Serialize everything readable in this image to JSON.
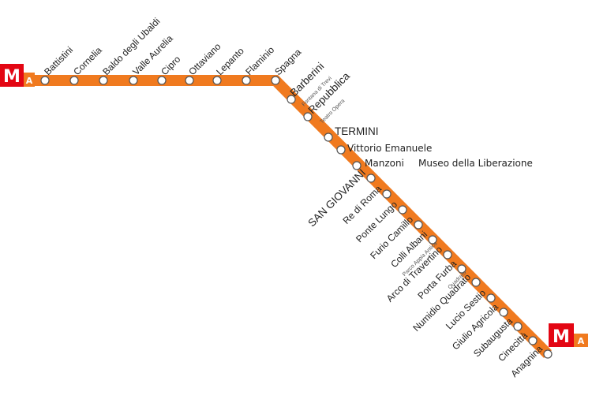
{
  "colors": {
    "line": "#f07a1f",
    "logo_red": "#e30613",
    "logo_orange": "#f07a1f"
  },
  "logos": {
    "letter": "M",
    "line_letter": "A"
  },
  "stations": [
    {
      "name": "Battistini"
    },
    {
      "name": "Cornelia"
    },
    {
      "name": "Baldo degli Ubaldi"
    },
    {
      "name": "Valle Aurelia"
    },
    {
      "name": "Cipro"
    },
    {
      "name": "Ottaviano"
    },
    {
      "name": "Lepanto"
    },
    {
      "name": "Flaminio"
    },
    {
      "name": "Spagna"
    },
    {
      "name": "Barberini",
      "sub": "Fontana di Trevi"
    },
    {
      "name": "Repubblica",
      "sub": "Teatro Opera"
    },
    {
      "name": "TERMINI"
    },
    {
      "name": "Vittorio Emanuele"
    },
    {
      "name": "Manzoni",
      "extra": "Museo della Liberazione"
    },
    {
      "name": "SAN GIOVANNI"
    },
    {
      "name": "Re di Roma"
    },
    {
      "name": "Ponte Lungo"
    },
    {
      "name": "Furio Camillo"
    },
    {
      "name": "Colli Albani",
      "sub": "Parco Appia Antica"
    },
    {
      "name": "Arco di Travertino"
    },
    {
      "name": "Porta Furba",
      "sub": "Quadraro"
    },
    {
      "name": "Numidio Quadrato"
    },
    {
      "name": "Lucio Sestio"
    },
    {
      "name": "Giulio Agricola"
    },
    {
      "name": "Subaugusta"
    },
    {
      "name": "Cinecittà"
    },
    {
      "name": "Anagnina"
    }
  ]
}
